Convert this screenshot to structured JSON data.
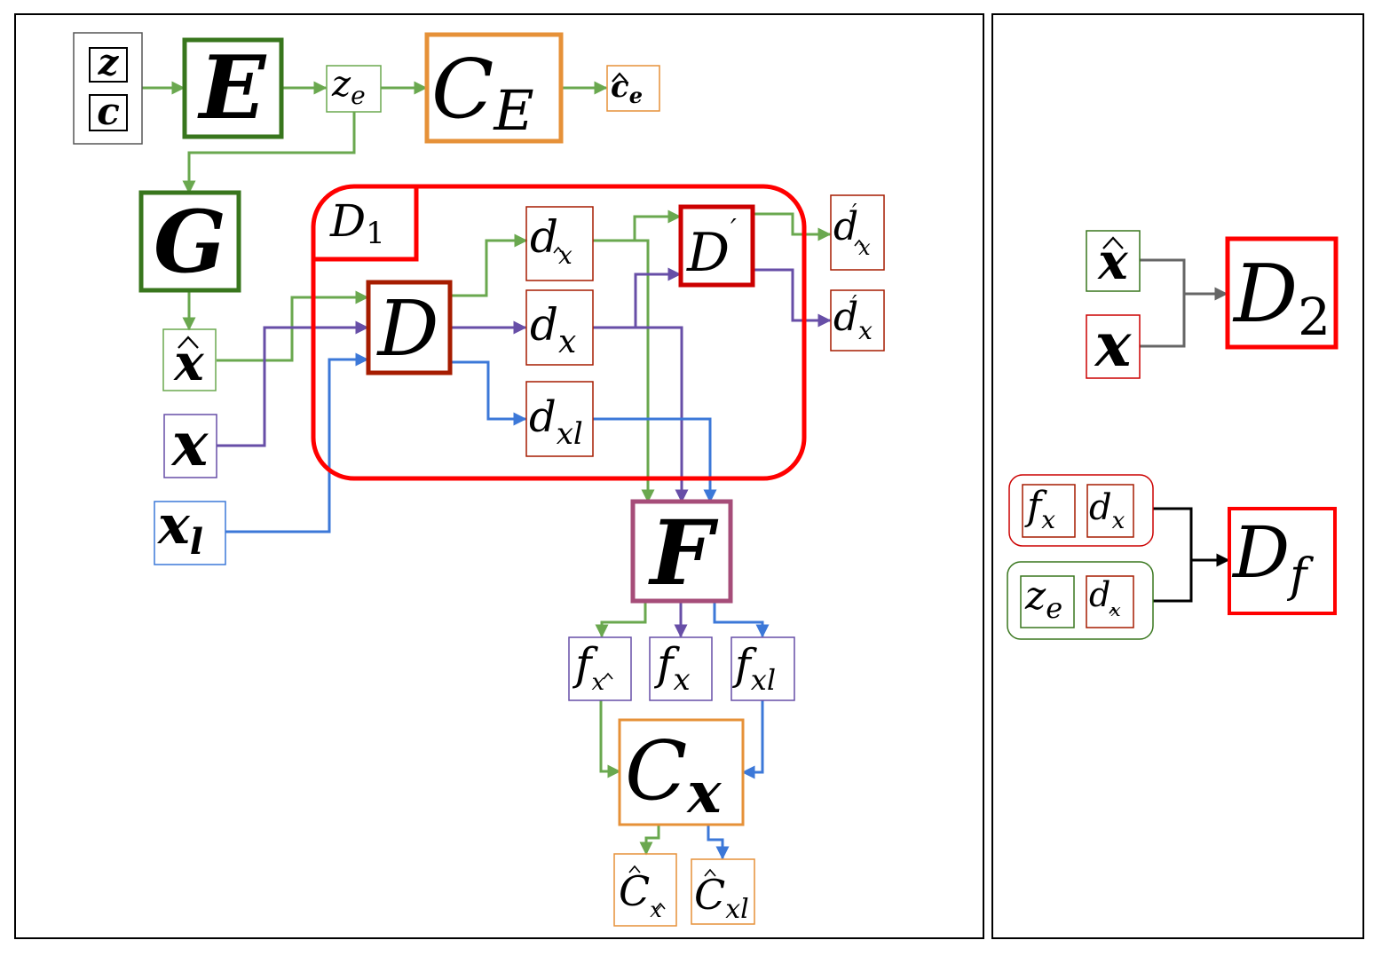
{
  "colors": {
    "green": "#6aa84f",
    "purple": "#674ea7",
    "blue": "#3c78d8",
    "dark_green": "#38761d",
    "dark_red": "#a61c00",
    "red": "#ff0000",
    "orange": "#e69138",
    "plum": "#a64d79",
    "gray": "#666666",
    "black": "#000000"
  },
  "left_panel": {
    "inputs": {
      "z": "z",
      "c": "c"
    },
    "encoder": "E",
    "latent_code": {
      "base": "z",
      "sub": "e"
    },
    "latent_classifier": {
      "base": "C",
      "sub": "E"
    },
    "latent_prediction": {
      "base": "c",
      "sub": "e"
    },
    "generator": "G",
    "generated_sample": "x",
    "real_sample": "x",
    "labeled_sample": {
      "base": "x",
      "sub": "l"
    },
    "group_label": {
      "base": "D",
      "sub": "1"
    },
    "discriminator": "D",
    "disc_features": [
      {
        "base": "d",
        "sub": "x"
      },
      {
        "base": "d",
        "sub": "x"
      },
      {
        "base": "d",
        "sub": "xl"
      }
    ],
    "disc_head": "D",
    "disc_head_outputs": [
      {
        "base": "d",
        "sub": "x"
      },
      {
        "base": "d",
        "sub": "x"
      }
    ],
    "feature_net": "F",
    "feature_outputs": [
      {
        "base": "f",
        "sub": "x"
      },
      {
        "base": "f",
        "sub": "x"
      },
      {
        "base": "f",
        "sub": "xl"
      }
    ],
    "classifier": {
      "base": "C",
      "sub": "x"
    },
    "classifier_outputs": [
      {
        "base": "C",
        "sub": "x"
      },
      {
        "base": "C",
        "sub": "xl"
      }
    ]
  },
  "right_panel": {
    "d2_inputs": [
      "x",
      "x"
    ],
    "d2": {
      "base": "D",
      "sub": "2"
    },
    "df_real_pair": [
      {
        "base": "f",
        "sub": "x"
      },
      {
        "base": "d",
        "sub": "x"
      }
    ],
    "df_fake_pair": [
      {
        "base": "z",
        "sub": "e"
      },
      {
        "base": "d",
        "sub": "x"
      }
    ],
    "df": {
      "base": "D",
      "sub": "f"
    }
  }
}
